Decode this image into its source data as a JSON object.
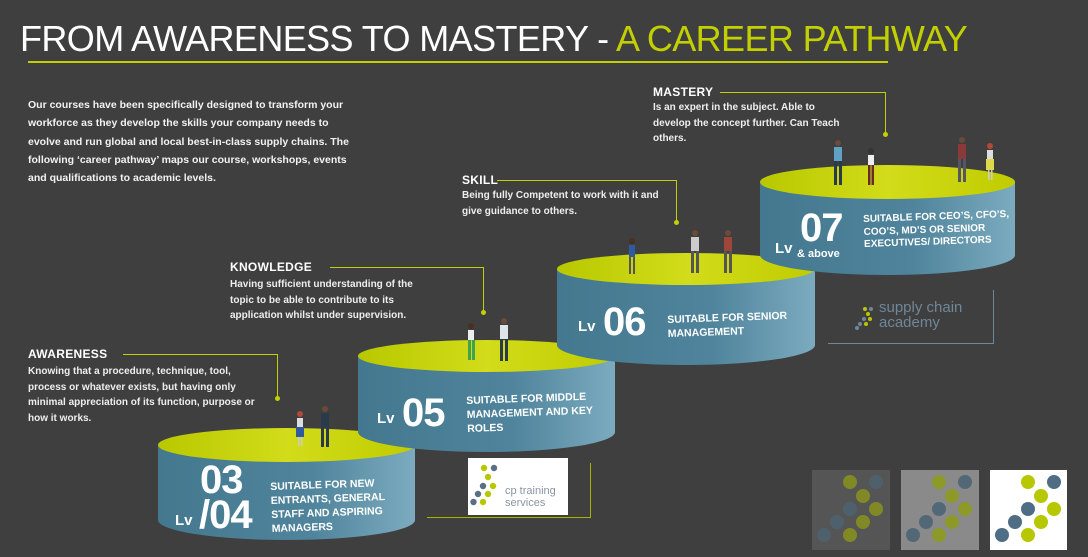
{
  "title": {
    "main": "FROM AWARENESS TO MASTERY - ",
    "accent": "A CAREER PATHWAY"
  },
  "intro": "Our courses have been specifically designed to transform your workforce as  they develop the skills your company needs to evolve and run global and local  best-in-class supply chains. The following ‘career pathway’ maps our course,  workshops, events and qualifications to academic levels.",
  "stages": [
    {
      "heading": "AWARENESS",
      "text": "Knowing that a procedure, technique, tool, process or whatever  exists, but having only minimal appreciation of its function, purpose or how it works."
    },
    {
      "heading": "KNOWLEDGE",
      "text": "Having sufficient understanding of the topic to be able to  contribute to its application whilst under supervision."
    },
    {
      "heading": "SKILL",
      "text": "Being fully Competent to work with it and give guidance  to others."
    },
    {
      "heading": "MASTERY",
      "text": "Is an expert in the subject. Able to develop the concept  further. Can Teach others."
    }
  ],
  "levels": [
    {
      "prefix": "Lv",
      "number": "03",
      "number2": "/04",
      "text": "SUITABLE FOR NEW ENTRANTS, GENERAL STAFF AND ASPIRING MANAGERS"
    },
    {
      "prefix": "Lv",
      "number": "05",
      "text": "SUITABLE FOR MIDDLE MANAGEMENT AND KEY ROLES"
    },
    {
      "prefix": "Lv",
      "number": "06",
      "text": "SUITABLE FOR SENIOR MANAGEMENT"
    },
    {
      "prefix": "Lv",
      "number": "07",
      "suffix": "& above",
      "text": "SUITABLE FOR CEO’S, CFO’S, COO’S, MD’S OR SENIOR EXECUTIVES/ DIRECTORS"
    }
  ],
  "logos": {
    "cp_line1": "cp training",
    "cp_line2": "services",
    "sca_line1": "supply chain",
    "sca_line2": "academy"
  },
  "colors": {
    "accent": "#c3d000",
    "blue": "#4a7c94",
    "background": "#3f3f3f"
  }
}
